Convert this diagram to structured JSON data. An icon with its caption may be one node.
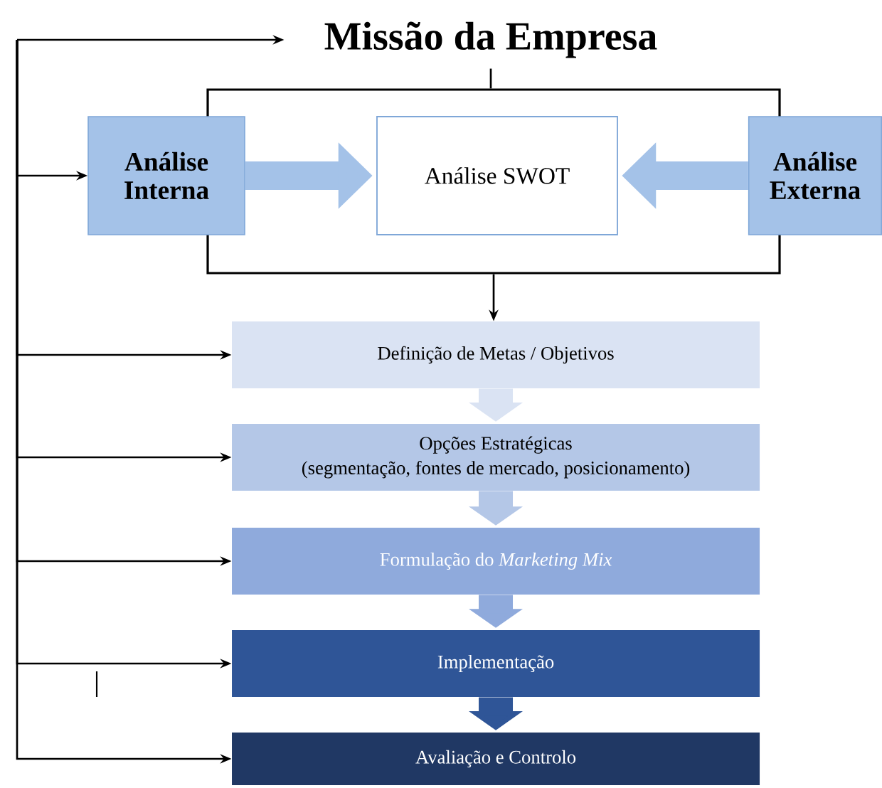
{
  "diagram": {
    "nodes": [
      {
        "text": [
          "Missão da Empresa"
        ]
      },
      {
        "text": [],
        "shape": "box"
      },
      {
        "text": [
          "Análise Interna"
        ]
      },
      {
        "text": [
          "Análise SWOT"
        ],
        "in": 1
      },
      {
        "text": [
          "Análise Externa"
        ]
      },
      {
        "text": [
          "Definição de Metas / Objetivos"
        ]
      },
      {
        "text": [
          "Opções Estratégicas",
          "(segmentação, fontes de mercado, posicionamento)"
        ]
      },
      {
        "text": [
          "Formulação do *Marketing Mix*"
        ]
      },
      {
        "text": [
          "Implementação"
        ]
      },
      {
        "text": [
          "Avaliação e Controlo"
        ]
      }
    ],
    "edges": [
      {
        "from": 0,
        "to": 1,
        "arrow": "none"
      },
      {
        "from": 1,
        "to": 5,
        "arrow": "to"
      },
      {
        "from": 2,
        "to": 3,
        "arrow": "to",
        "style": "thick",
        "color": "#a4c2e8"
      },
      {
        "from": 4,
        "to": 3,
        "arrow": "to",
        "style": "thick",
        "color": "#a4c2e8"
      },
      {
        "from": 5,
        "to": 6,
        "arrow": "to",
        "style": "thick",
        "color": "#dae3f3"
      },
      {
        "from": 6,
        "to": 7,
        "arrow": "to",
        "style": "thick",
        "color": "#b4c7e7"
      },
      {
        "from": 7,
        "to": 8,
        "arrow": "to",
        "style": "thick",
        "color": "#8faadc"
      },
      {
        "from": 8,
        "to": 9,
        "arrow": "to",
        "style": "thick",
        "color": "#2f5597"
      },
      {
        "from": null,
        "to": 0,
        "arrow": "to"
      },
      {
        "from": null,
        "to": 2,
        "arrow": "to"
      },
      {
        "from": null,
        "to": 5,
        "arrow": "to"
      },
      {
        "from": null,
        "to": 6,
        "arrow": "to"
      },
      {
        "from": null,
        "to": 7,
        "arrow": "to"
      },
      {
        "from": null,
        "to": 8,
        "arrow": "to"
      },
      {
        "from": null,
        "to": 9,
        "arrow": "to"
      }
    ]
  }
}
